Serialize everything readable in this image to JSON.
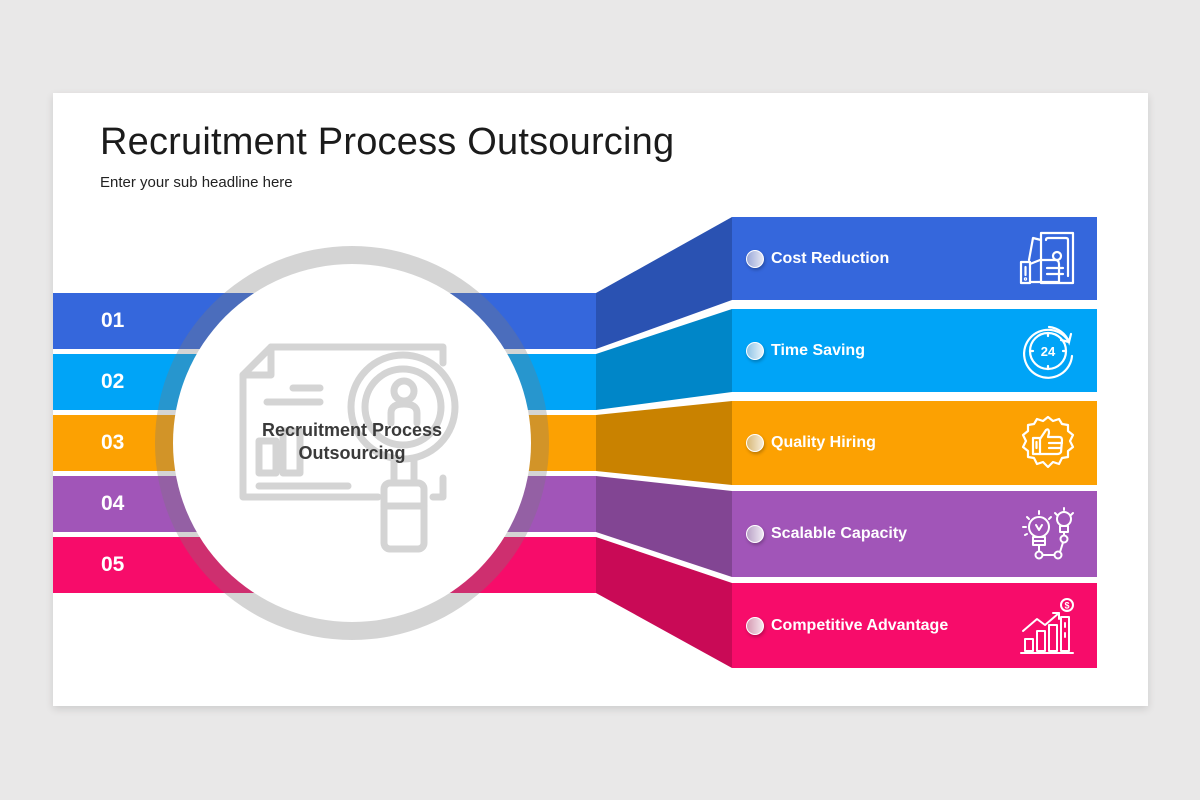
{
  "slide": {
    "title": "Recruitment Process Outsourcing",
    "subtitle": "Enter your sub headline here",
    "center_label_line1": "Recruitment Process",
    "center_label_line2": "Outsourcing",
    "center_icon": "document-magnifier-person-icon"
  },
  "steps": [
    {
      "number": "01",
      "label": "Cost Reduction",
      "icon": "money-hand-icon",
      "color": "#3567dc",
      "shade": "#2a52b2"
    },
    {
      "number": "02",
      "label": "Time Saving",
      "icon": "24-hour-clock-icon",
      "color": "#00a4f7",
      "shade": "#0086c8"
    },
    {
      "number": "03",
      "label": "Quality Hiring",
      "icon": "thumbs-up-badge-icon",
      "color": "#fca102",
      "shade": "#c98200"
    },
    {
      "number": "04",
      "label": "Scalable Capacity",
      "icon": "lightbulbs-network-icon",
      "color": "#a155b8",
      "shade": "#824593"
    },
    {
      "number": "05",
      "label": "Competitive Advantage",
      "icon": "growth-chart-dollar-icon",
      "color": "#f70c6a",
      "shade": "#c90a56"
    }
  ]
}
